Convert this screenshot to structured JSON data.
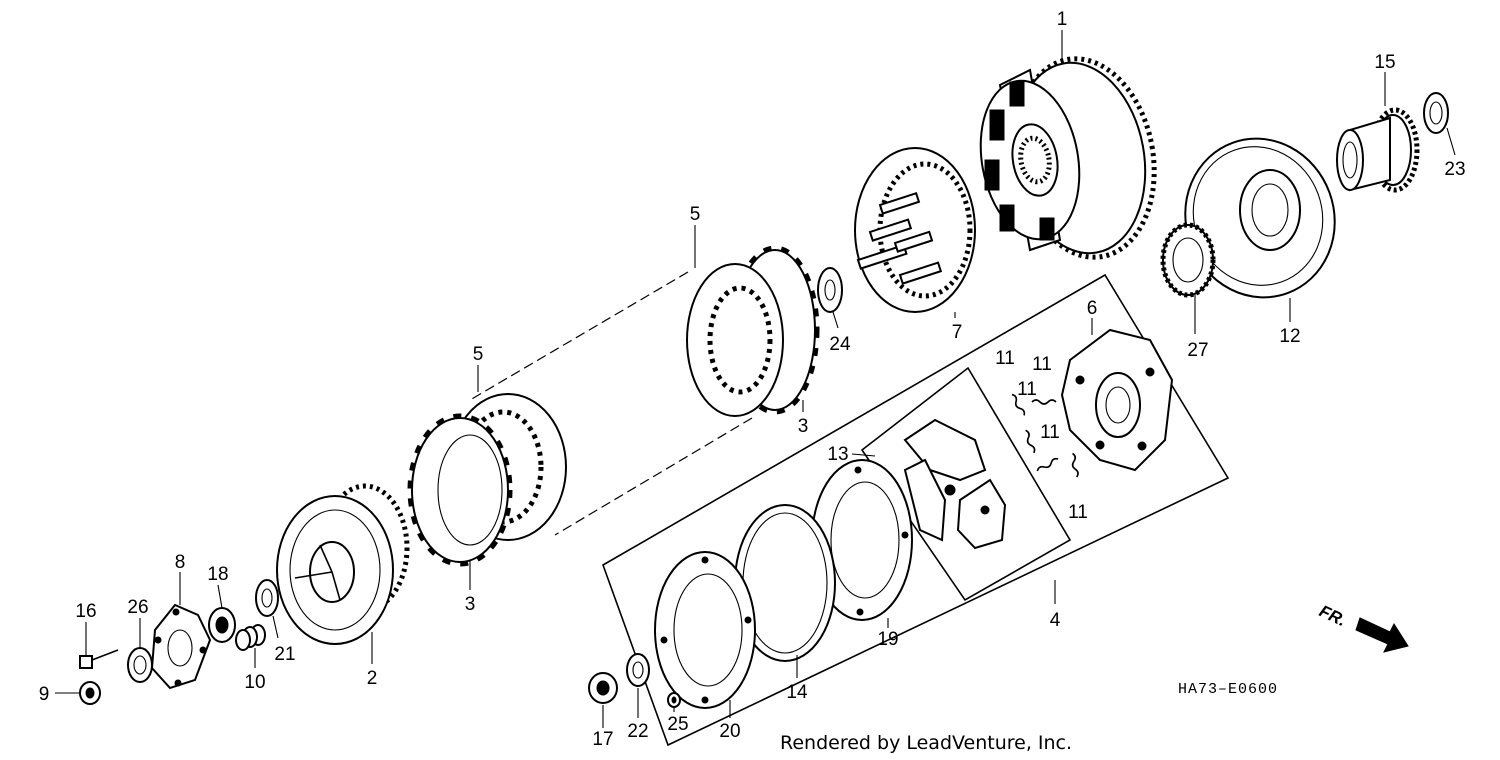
{
  "diagram": {
    "callouts": {
      "p1": "1",
      "p2": "2",
      "p3a": "3",
      "p3b": "3",
      "p4": "4",
      "p5a": "5",
      "p5b": "5",
      "p6": "6",
      "p7": "7",
      "p8": "8",
      "p9": "9",
      "p10": "10",
      "p11a": "11",
      "p11b": "11",
      "p11c": "11",
      "p11d": "11",
      "p11e": "11",
      "p12": "12",
      "p13": "13",
      "p14": "14",
      "p15": "15",
      "p16": "16",
      "p17": "17",
      "p18": "18",
      "p19": "19",
      "p20": "20",
      "p21": "21",
      "p22": "22",
      "p23": "23",
      "p24": "24",
      "p25": "25",
      "p26": "26",
      "p27": "27"
    },
    "diagram_code": "HA73–E0600",
    "front_marker": "FR.",
    "credit": "Rendered by LeadVenture, Inc."
  }
}
